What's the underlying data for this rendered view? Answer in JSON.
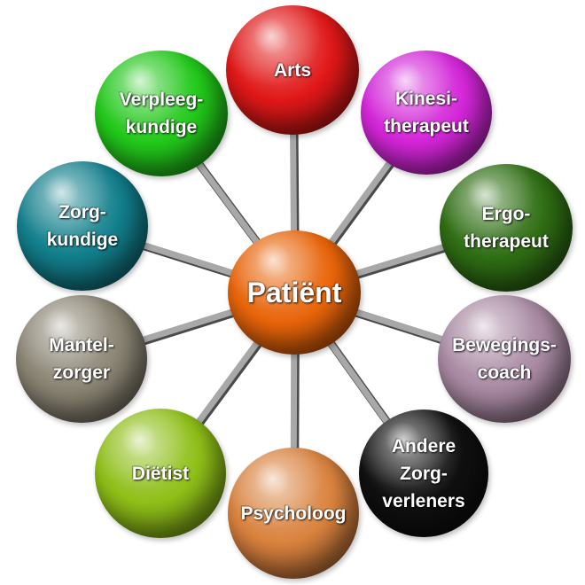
{
  "center": {
    "label": "Patiënt",
    "color": "#e8650a"
  },
  "nodes": [
    {
      "id": "arts",
      "label": "Arts",
      "color": "#e01818"
    },
    {
      "id": "kinesitherapeut",
      "label": "Kinesi-\ntherapeut",
      "color": "#d326d8"
    },
    {
      "id": "ergotherapeut",
      "label": "Ergo-\ntherapeut",
      "color": "#2f6e14"
    },
    {
      "id": "bewegingscoach",
      "label": "Bewegings-\ncoach",
      "color": "#a98aa3"
    },
    {
      "id": "andere-zorgverleners",
      "label": "Andere\nZorg-\nverleners",
      "color": "#101010"
    },
    {
      "id": "psycholoog",
      "label": "Psycholoog",
      "color": "#d9823e"
    },
    {
      "id": "dietist",
      "label": "Diëtist",
      "color": "#8fbf18"
    },
    {
      "id": "mantelzorger",
      "label": "Mantel-\nzorger",
      "color": "#8b8574"
    },
    {
      "id": "zorgkundige",
      "label": "Zorg-\nkundige",
      "color": "#127f8c"
    },
    {
      "id": "verpleegkundige",
      "label": "Verpleeg-\nkundige",
      "color": "#22c81a"
    }
  ]
}
